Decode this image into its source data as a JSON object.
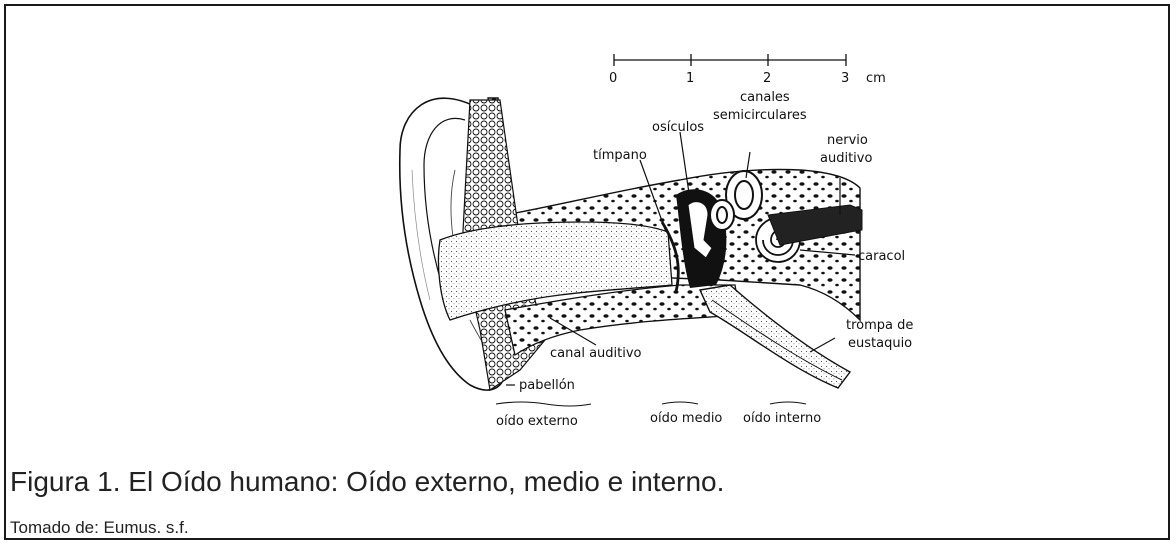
{
  "scale": {
    "ticks": [
      "0",
      "1",
      "2",
      "3"
    ],
    "unit": "cm"
  },
  "labels": {
    "canales_line1": "canales",
    "canales_line2": "semicirculares",
    "osiculos": "osículos",
    "timpano": "tímpano",
    "nervio_line1": "nervio",
    "nervio_line2": "auditivo",
    "caracol": "caracol",
    "trompa_line1": "trompa de",
    "trompa_line2": "eustaquio",
    "canal_auditivo": "canal auditivo",
    "pabellon": "pabellón"
  },
  "regions": {
    "externo": "oído externo",
    "medio": "oído medio",
    "interno": "oído interno"
  },
  "caption": "Figura 1. El Oído humano: Oído externo, medio e interno.",
  "source": "Tomado de: Eumus. s.f."
}
